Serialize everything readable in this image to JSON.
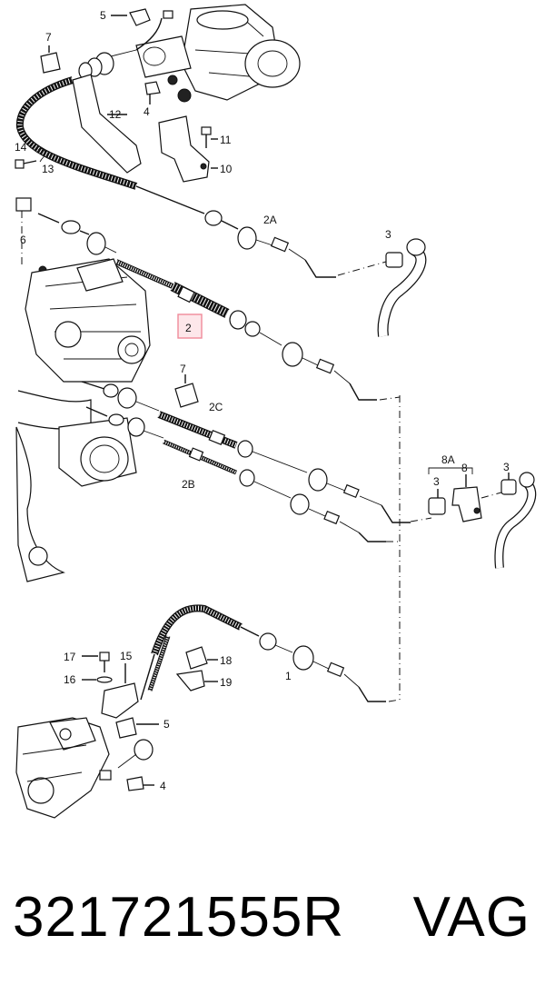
{
  "callouts": {
    "c5_top": "5",
    "c7_top": "7",
    "c4_top": "4",
    "c12": "12",
    "c11": "11",
    "c14": "14",
    "c13": "13",
    "c10": "10",
    "c2A": "2A",
    "c6": "6",
    "c3_top": "3",
    "c2": "2",
    "c7_mid": "7",
    "c2C": "2C",
    "c2B": "2B",
    "c8A": "8A",
    "c3_midL": "3",
    "c8": "8",
    "c3_midR": "3",
    "c17": "17",
    "c15": "15",
    "c18": "18",
    "c16": "16",
    "c19": "19",
    "c5_bot": "5",
    "c1": "1",
    "c4_bot": "4"
  },
  "caption": {
    "part_number": "321721555R",
    "brand": "VAG"
  },
  "colors": {
    "highlight_box": "#f08a9a",
    "line": "#111111"
  }
}
